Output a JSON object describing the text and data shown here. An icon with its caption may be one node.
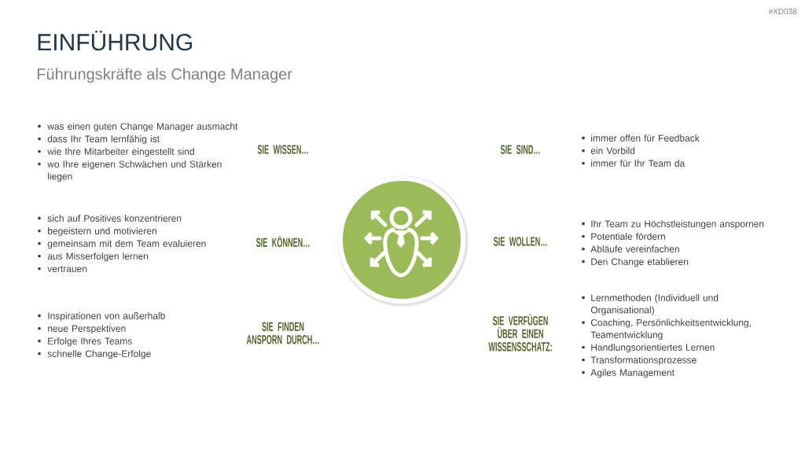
{
  "diagram": {
    "title": "EINFÜHRUNG",
    "nodes": [
      {
        "text": [],
        "shape": "circle"
      }
    ],
    "labels": [
      "#XD038",
      "Führungskräfte als Change Manager",
      "was einen guten Change Manager ausmacht",
      "dass Ihr Team lernfähig ist",
      "wie Ihre Mitarbeiter eingestellt sind",
      "wo Ihre eigenen Schwächen und Stärken liegen",
      "SIE WISSEN…",
      "SIE SIND…",
      "immer offen für Feedback",
      "ein Vorbild",
      "immer für Ihr Team da",
      "sich auf Positives konzentrieren",
      "begeistern und motivieren",
      "gemeinsam mit dem Team evaluieren",
      "aus Misserfolgen lernen",
      "vertrauen",
      "SIE KÖNNEN…",
      "SIE WOLLEN…",
      "Ihr Team zu Höchstleistungen anspornen",
      "Potentiale fördern",
      "Abläufe vereinfachen",
      "Den Change etablieren",
      "Inspirationen von außerhalb",
      "neue Perspektiven",
      "Erfolge Ihres Teams",
      "schnelle Change-Erfolge",
      "SIE FINDEN ANSPORN DURCH…",
      "SIE VERFÜGEN ÜBER EINEN WISSENSSCHATZ:",
      "Lernmethoden (Individuell und Organisational)",
      "Coaching, Persönlichkeitsentwicklung, Teamentwicklung",
      "Handlungsorientiertes Lernen",
      "Transformationsprozesse",
      "Agiles Management"
    ]
  }
}
